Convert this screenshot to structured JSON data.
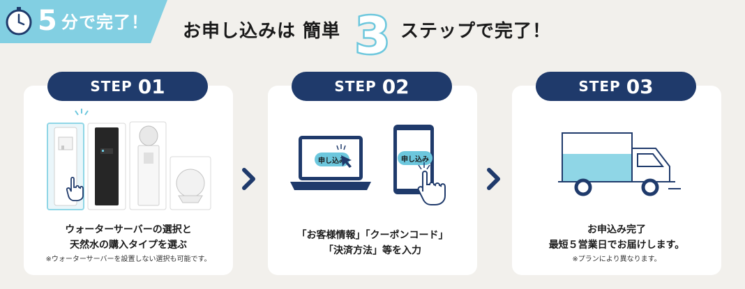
{
  "badge": {
    "number": "5",
    "text": "分で完了！"
  },
  "headline": {
    "left": "お申し込みは 簡単",
    "step_count": "3",
    "right": "ステップで完了！"
  },
  "steps": [
    {
      "prefix": "STEP",
      "number": "01",
      "title_line1": "ウォーターサーバーの選択と",
      "title_line2": "天然水の購入タイプを選ぶ",
      "note": "※ウォーターサーバーを設置しない選択も可能です。"
    },
    {
      "prefix": "STEP",
      "number": "02",
      "title_line1": "「お客様情報」「クーポンコード」",
      "title_line2": "「決済方法」等を入力",
      "note": "",
      "laptop_label": "申し込み",
      "phone_label": "申し込み"
    },
    {
      "prefix": "STEP",
      "number": "03",
      "title_line1": "お申込み完了",
      "title_line2": "最短５営業日でお届けします。",
      "note": "※プランにより異なります。"
    }
  ],
  "colors": {
    "navy": "#1f3a6b",
    "accent": "#82cfe2",
    "truck_water": "#8fd6e6",
    "background": "#f2f0ec"
  },
  "icons": [
    "clock-icon",
    "chevron-right-icon",
    "water-server-icon",
    "laptop-icon",
    "smartphone-icon",
    "pointer-hand-icon",
    "delivery-truck-icon"
  ]
}
